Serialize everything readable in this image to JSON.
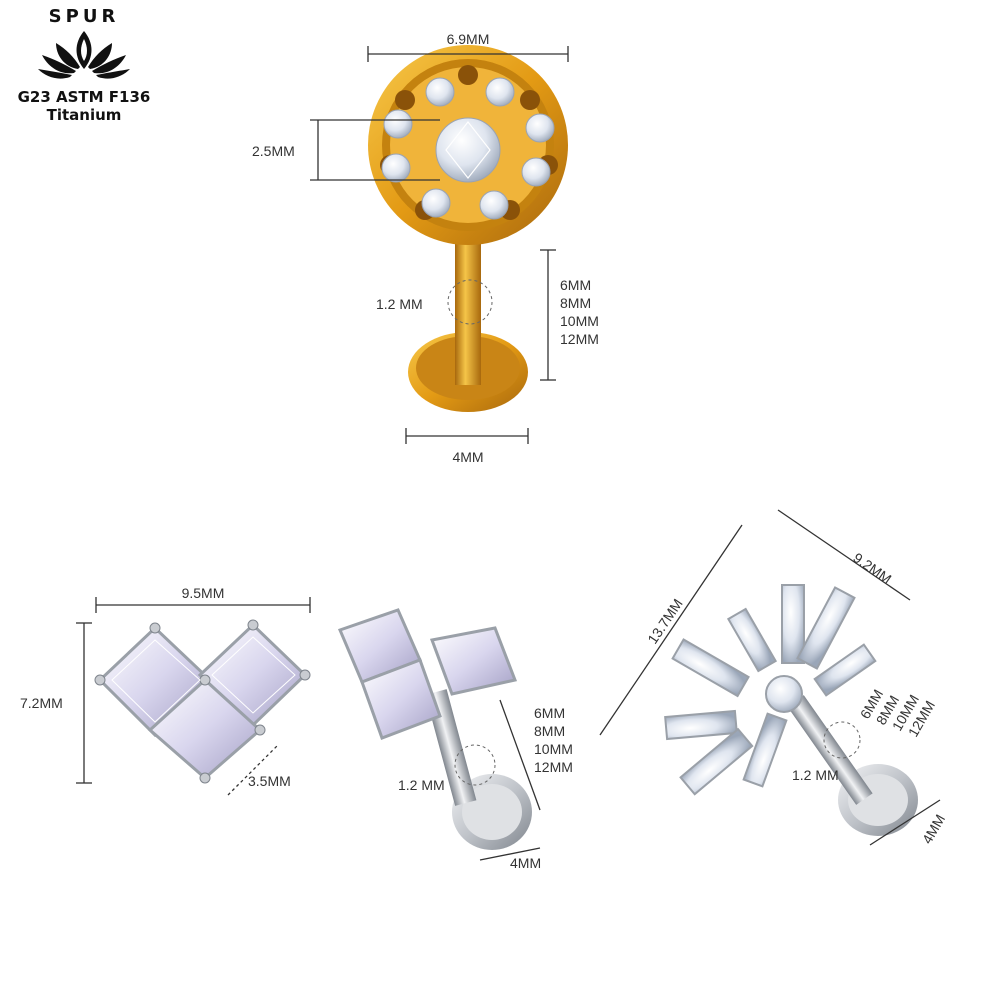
{
  "brand": {
    "name": "SPUR",
    "spec_line1": "G23 ASTM F136",
    "spec_line2": "Titanium"
  },
  "colors": {
    "gold": "#e8a21a",
    "gold_dark": "#b37410",
    "silver": "#c9ccd1",
    "silver_dark": "#8e939a",
    "gem": "#e9eef7",
    "dim_line": "#333333"
  },
  "products": {
    "top_gold": {
      "top_width": "6.9MM",
      "center_gem": "2.5MM",
      "post_gauge": "1.2 MM",
      "lengths": [
        "6MM",
        "8MM",
        "10MM",
        "12MM"
      ],
      "back_disc": "4MM"
    },
    "heart_front": {
      "width": "9.5MM",
      "height": "7.2MM",
      "stone": "3.5MM"
    },
    "heart_side": {
      "post_gauge": "1.2 MM",
      "lengths": [
        "6MM",
        "8MM",
        "10MM",
        "12MM"
      ],
      "back_disc": "4MM"
    },
    "star_side": {
      "width": "9.2MM",
      "height": "13.7MM",
      "post_gauge": "1.2 MM",
      "lengths": [
        "6MM",
        "8MM",
        "10MM",
        "12MM"
      ],
      "back_disc": "4MM"
    }
  }
}
